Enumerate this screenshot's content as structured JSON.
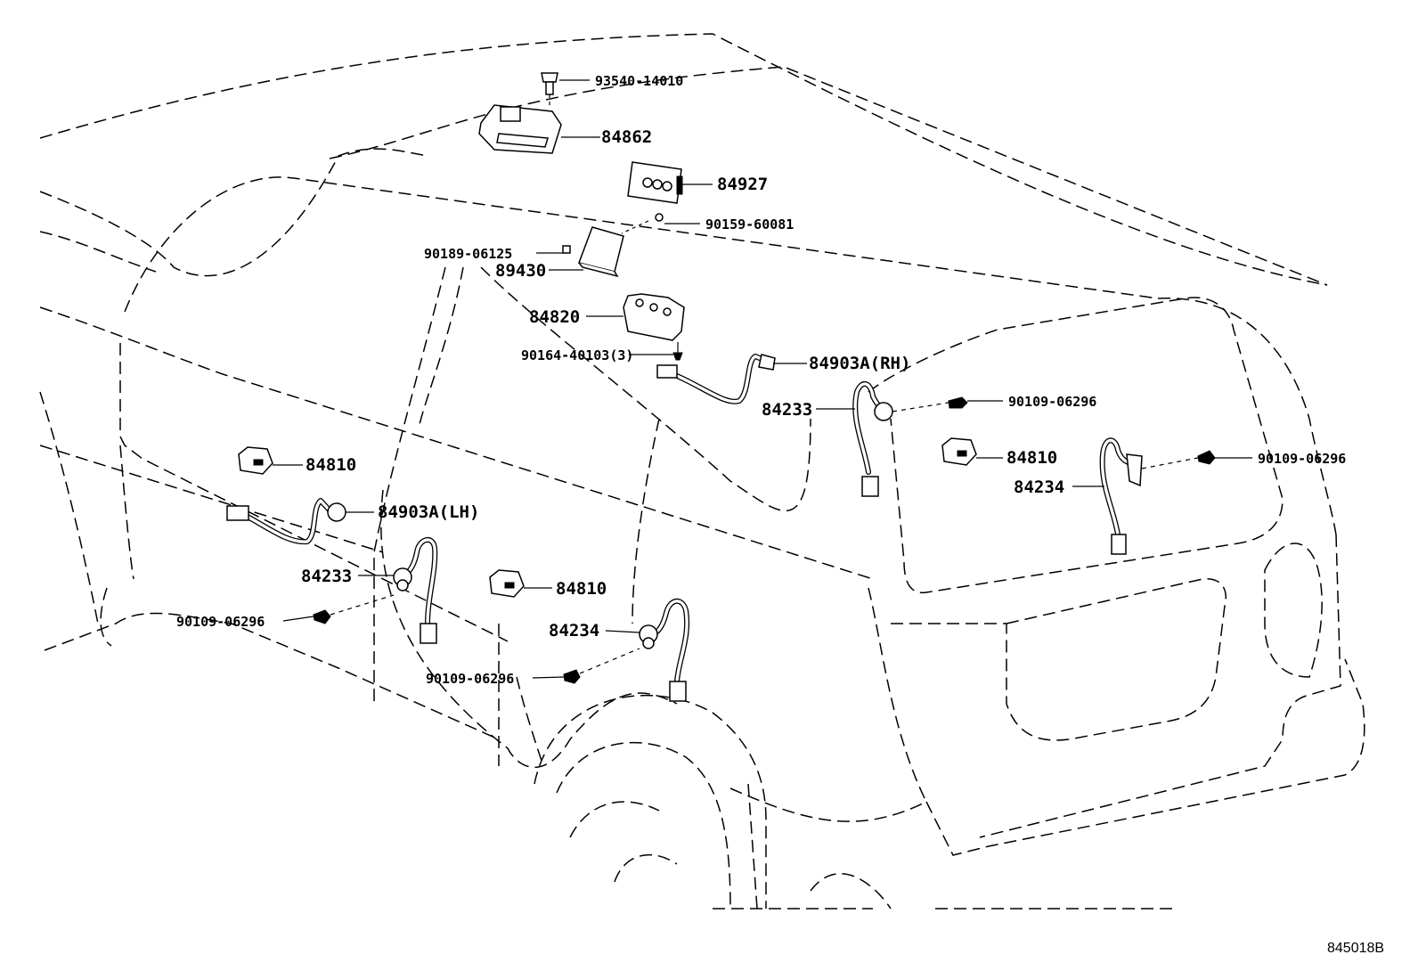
{
  "labels": {
    "p93540_14010": "93540-14010",
    "p84862": "84862",
    "p84927": "84927",
    "p90159_60081": "90159-60081",
    "p90189_06125": "90189-06125",
    "p89430": "89430",
    "p84820": "84820",
    "p90164_40103": "90164-40103(3)",
    "p84903A_RH": "84903A(RH)",
    "p84233_rh": "84233",
    "p90109_06296_a": "90109-06296",
    "p84810_rh": "84810",
    "p90109_06296_b": "90109-06296",
    "p84234_rh": "84234",
    "p84810_lh": "84810",
    "p84903A_LH": "84903A(LH)",
    "p84233_lh": "84233",
    "p90109_06296_c": "90109-06296",
    "p84810_mid": "84810",
    "p84234_lh": "84234",
    "p90109_06296_d": "90109-06296"
  },
  "diagram_code": "845018B"
}
